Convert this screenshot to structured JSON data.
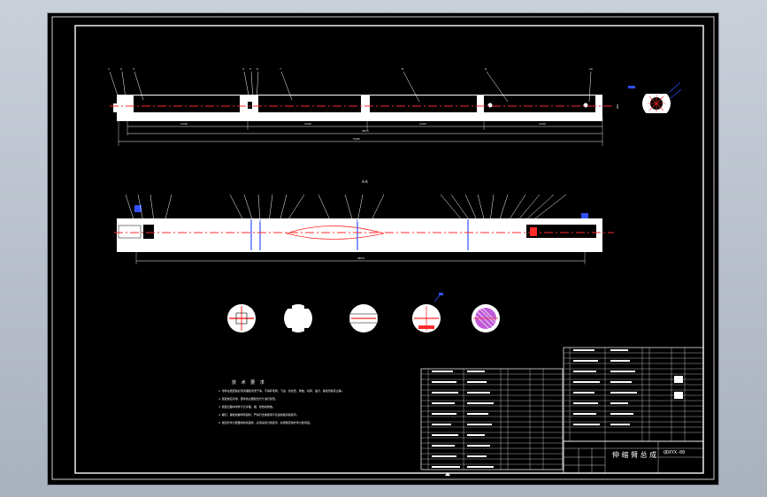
{
  "title_block": {
    "drawing_number": "QDXYX-00",
    "drawing_name": "伸 缩 臂 总 成"
  },
  "section_label": "A-A",
  "technical_notes": {
    "title": "技 术 要 求",
    "lines": [
      "1. 零件在装配前必须清理和清洗干净，不得有毛刺、飞边、氧化皮、锈蚀、切屑、油污、着色剂和灰尘等。",
      "2. 装配前应对零、部件的主要配合尺寸进行复查。",
      "3. 装配过程中零件不允许磕、碰、划伤和锈蚀。",
      "4. 螺钉、螺栓和螺母紧固时，严禁打击或使用不合适的旋具和扳手。",
      "5. 规定拧紧力矩要求的紧固件，必须采用力矩扳手，并按规定的拧紧力矩紧固。"
    ]
  },
  "colors": {
    "background": "#000000",
    "line": "#ffffff",
    "center_line": "#ff2a2a",
    "callout": "#3050ff",
    "hatch": "#c05ad8"
  }
}
